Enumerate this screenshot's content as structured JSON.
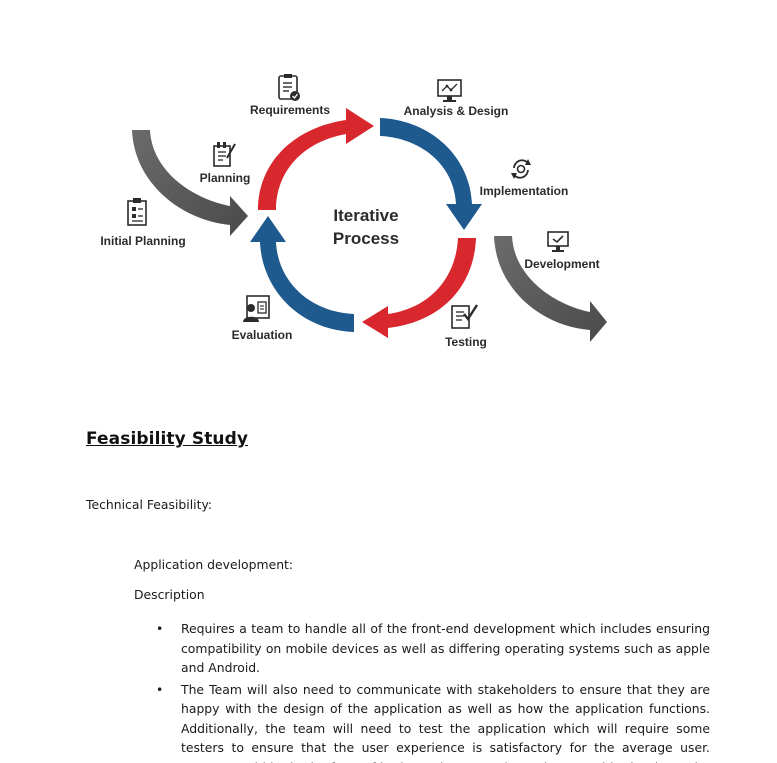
{
  "diagram": {
    "center_line1": "Iterative",
    "center_line2": "Process",
    "stages": {
      "initial_planning": "Initial Planning",
      "planning": "Planning",
      "requirements": "Requirements",
      "analysis_design": "Analysis & Design",
      "implementation": "Implementation",
      "development": "Development",
      "testing": "Testing",
      "evaluation": "Evaluation"
    },
    "colors": {
      "red": "#d9272e",
      "blue": "#1f5a8e",
      "gray": "#5a5a5a"
    }
  },
  "document": {
    "heading": "Feasibility  Study",
    "technical_feasibility": "Technical Feasibility:",
    "application_development": "Application development:",
    "description": "Description",
    "bullet_char": "•",
    "bullets": [
      "Requires a team to handle all of the front-end development which includes ensuring compatibility on mobile devices as well as differing operating systems such as apple and Android.",
      "The Team will also need to communicate with stakeholders to ensure that they are happy with the design of the application as well as how the application functions. Additionally, the team will need to test the application which will require some testers to ensure that the user experience is satisfactory for the average user. Testers would be in the form of both employees and members outside that have the software successfully tested."
    ]
  }
}
